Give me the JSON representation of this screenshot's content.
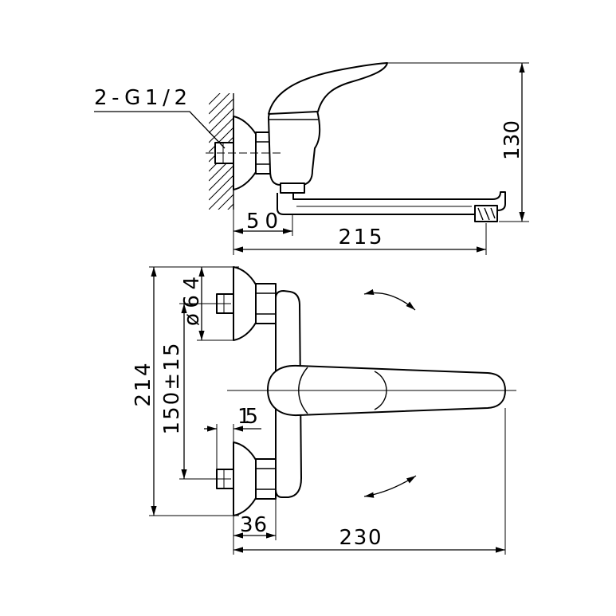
{
  "drawing": {
    "labels": {
      "thread_spec": "2-G1/2",
      "height": "130",
      "offset": "50",
      "side_projection": "215",
      "flange_diameter": "ø64",
      "overall_height": "214",
      "center_distance": "150±15",
      "stub_length": "15",
      "nut_length": "36",
      "plan_projection": "230"
    },
    "colors": {
      "line": "#000000",
      "background": "#ffffff"
    }
  }
}
